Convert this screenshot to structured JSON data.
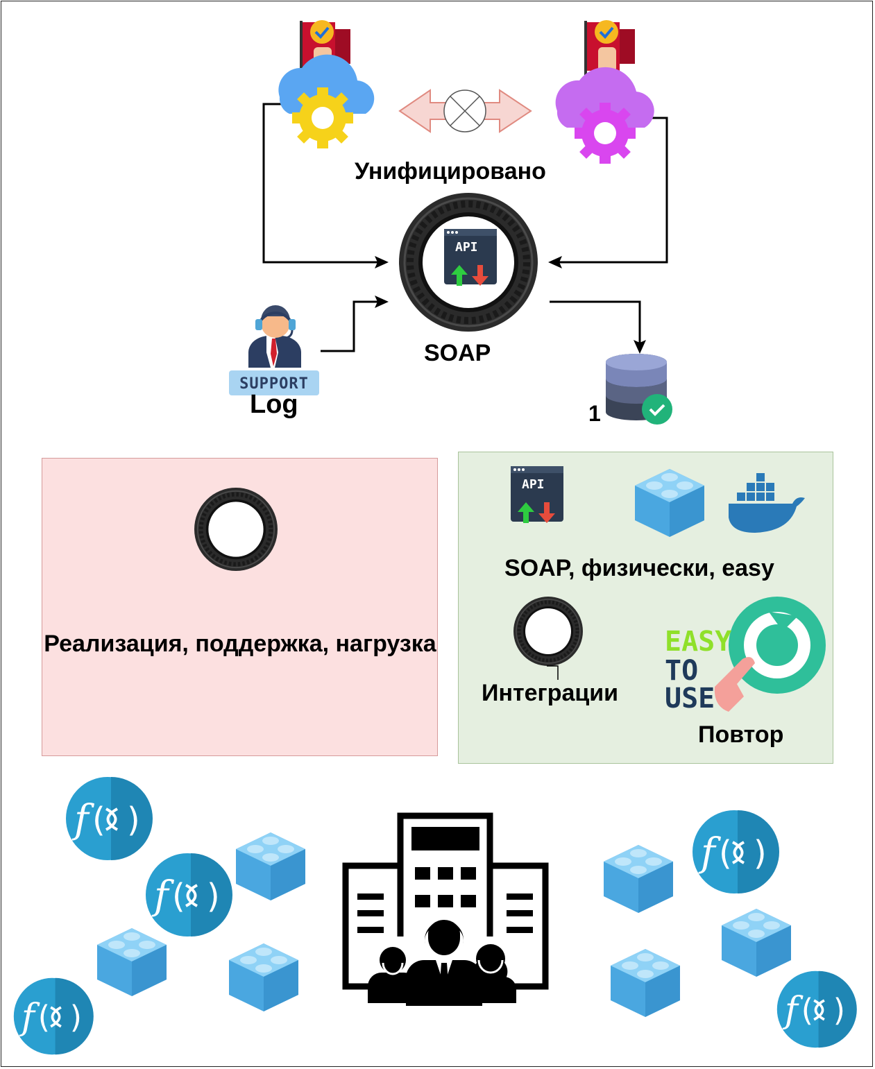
{
  "labels": {
    "unified": "Унифицировано",
    "soap": "SOAP",
    "log": "Log",
    "support_badge": "SUPPORT",
    "db_count": "1",
    "api": "API",
    "implementation": "Реализация, поддержка, нагрузка",
    "soap_easy": "SOAP, физически, easy",
    "integrations": "Интеграции",
    "repeat": "Повтор",
    "easy_to_use": [
      "EASY",
      "TO",
      "USE"
    ]
  },
  "colors": {
    "panel_red": "#fce0e0",
    "panel_green": "#e5efe0",
    "cloud_blue": "#5aa6f2",
    "cloud_purple": "#c56cf0",
    "gear_yellow": "#f6d21a",
    "gear_purple": "#d946ef",
    "brick_blue": "#5bb4e8",
    "fx_blue": "#2a9fd0",
    "repeat_teal": "#2fbf9a",
    "flag_red": "#c8102e",
    "check_blue": "#1e9ae0"
  },
  "icons": {
    "cloud_left": "cloud-gear-icon",
    "cloud_right": "cloud-gear-icon",
    "blocked_link": "blocked-double-arrow-icon",
    "tire": "tire-icon",
    "api": "api-icon",
    "support": "support-agent-icon",
    "database": "database-check-icon",
    "docker": "docker-whale-icon",
    "building": "office-building-people-icon",
    "brick": "lego-brick-icon",
    "function": "function-dna-icon",
    "easy_to_use": "easy-to-use-icon",
    "repeat": "repeat-icon"
  }
}
